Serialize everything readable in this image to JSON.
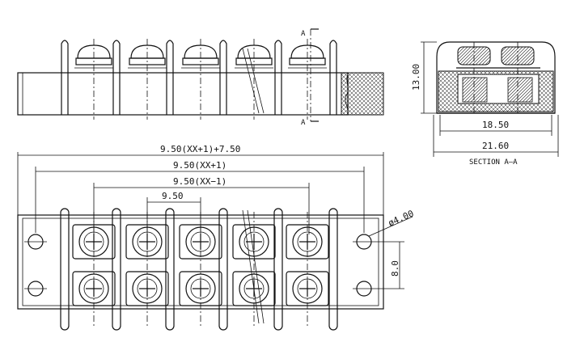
{
  "drawing": {
    "section_marker_a_top": "A",
    "section_marker_a_bottom": "A",
    "section_label": "SECTION A–A",
    "dim_height": "13.00",
    "dim_inner_width": "18.50",
    "dim_outer_width": "21.60",
    "dim_total_length": "9.50(XX+1)+7.50",
    "dim_length_plus": "9.50(XX+1)",
    "dim_length_minus": "9.50(XX−1)",
    "dim_pitch": "9.50",
    "dim_hole": "ø4.00",
    "dim_row_pitch": "8.0"
  }
}
